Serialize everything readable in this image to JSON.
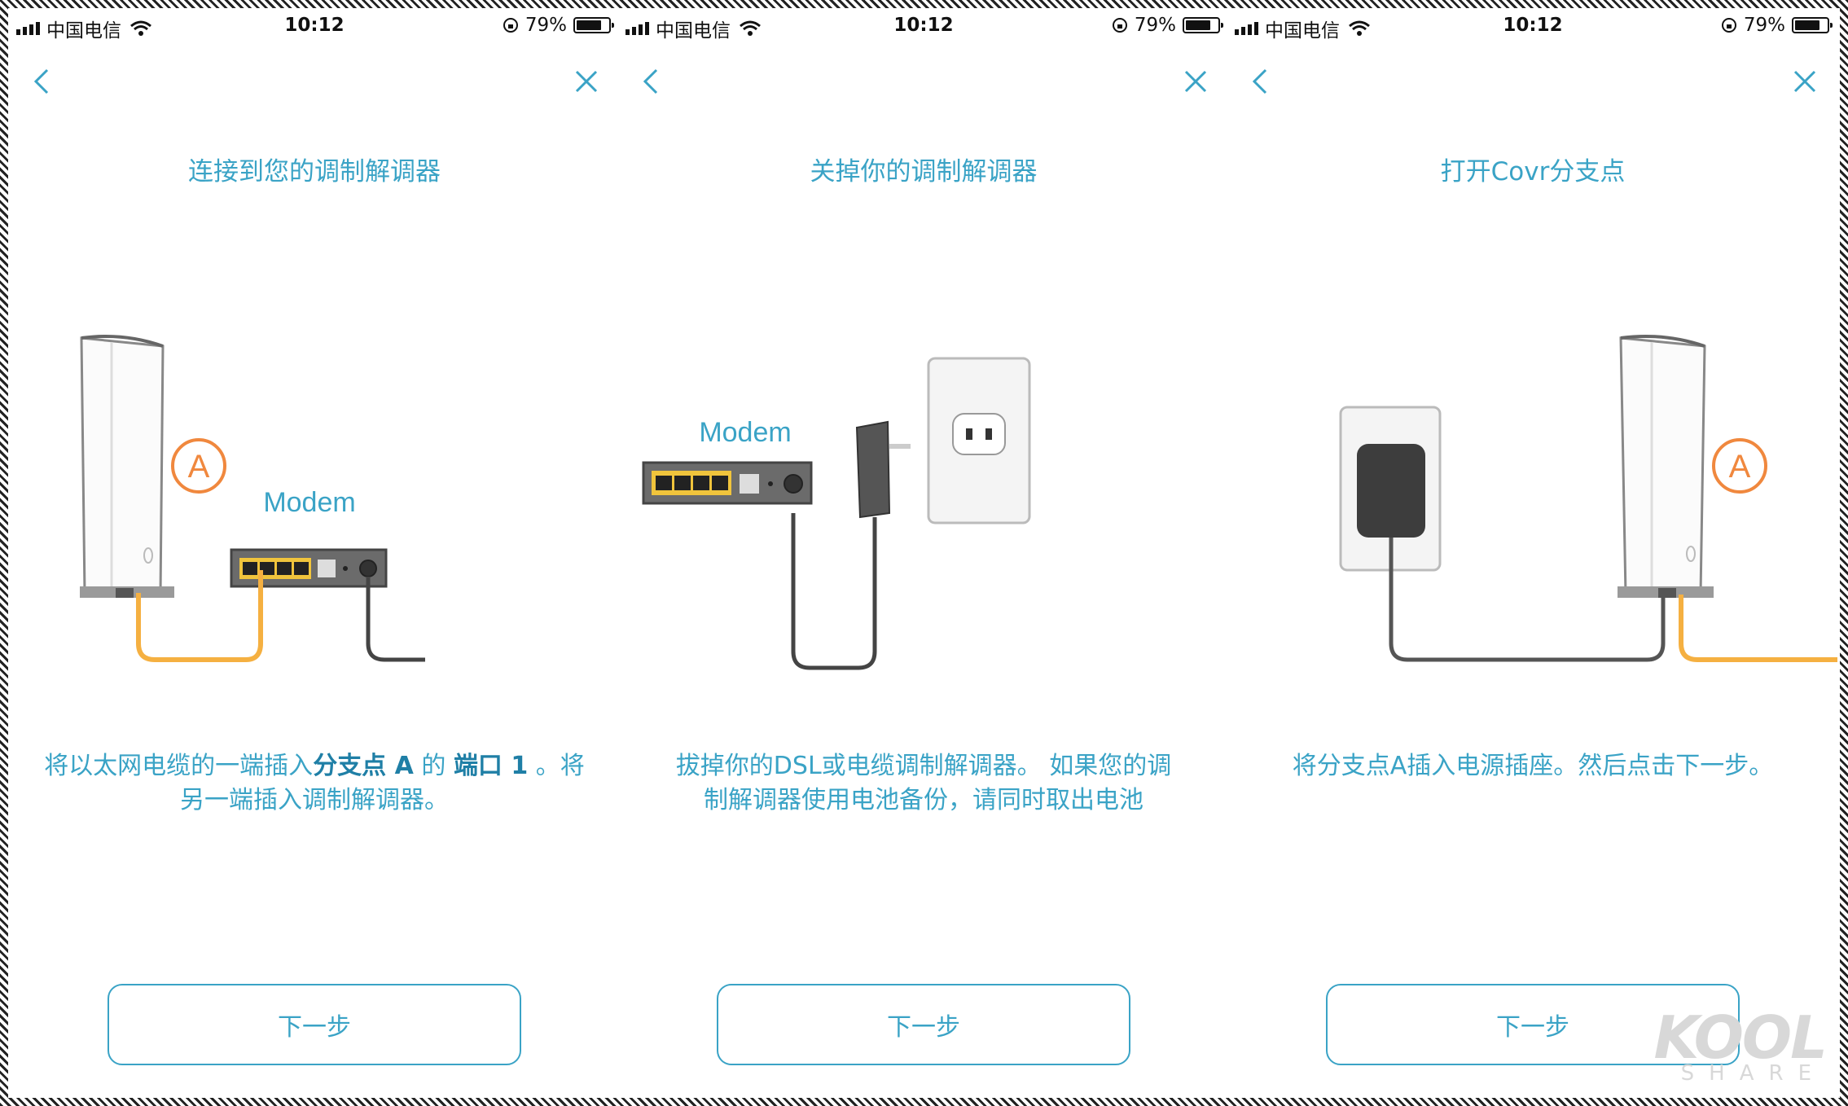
{
  "status_bar": {
    "carrier": "中国电信",
    "time": "10:12",
    "battery": "79%"
  },
  "screens": [
    {
      "title": "连接到您的调制解调器",
      "modem_label": "Modem",
      "node_label": "A",
      "desc": {
        "part1": "将以太网电缆的一端插入",
        "bold1": "分支点 A",
        "part2": " 的 ",
        "bold2": "端口 1",
        "part3": " 。将另一端插入调制解调器。"
      },
      "button": "下一步"
    },
    {
      "title": "关掉你的调制解调器",
      "modem_label": "Modem",
      "desc_line1": "拔掉你的DSL或电缆调制解调器。 如果您的调",
      "desc_line2": "制解调器使用电池备份，请同时取出电池",
      "button": "下一步"
    },
    {
      "title": "打开Covr分支点",
      "node_label": "A",
      "desc": "将分支点A插入电源插座。然后点击下一步。",
      "button": "下一步"
    }
  ],
  "watermark": {
    "big": "KOOL",
    "small": "SHARE"
  },
  "colors": {
    "accent": "#3aa3c6",
    "cable": "#f5b041",
    "node_badge": "#f0883e"
  }
}
